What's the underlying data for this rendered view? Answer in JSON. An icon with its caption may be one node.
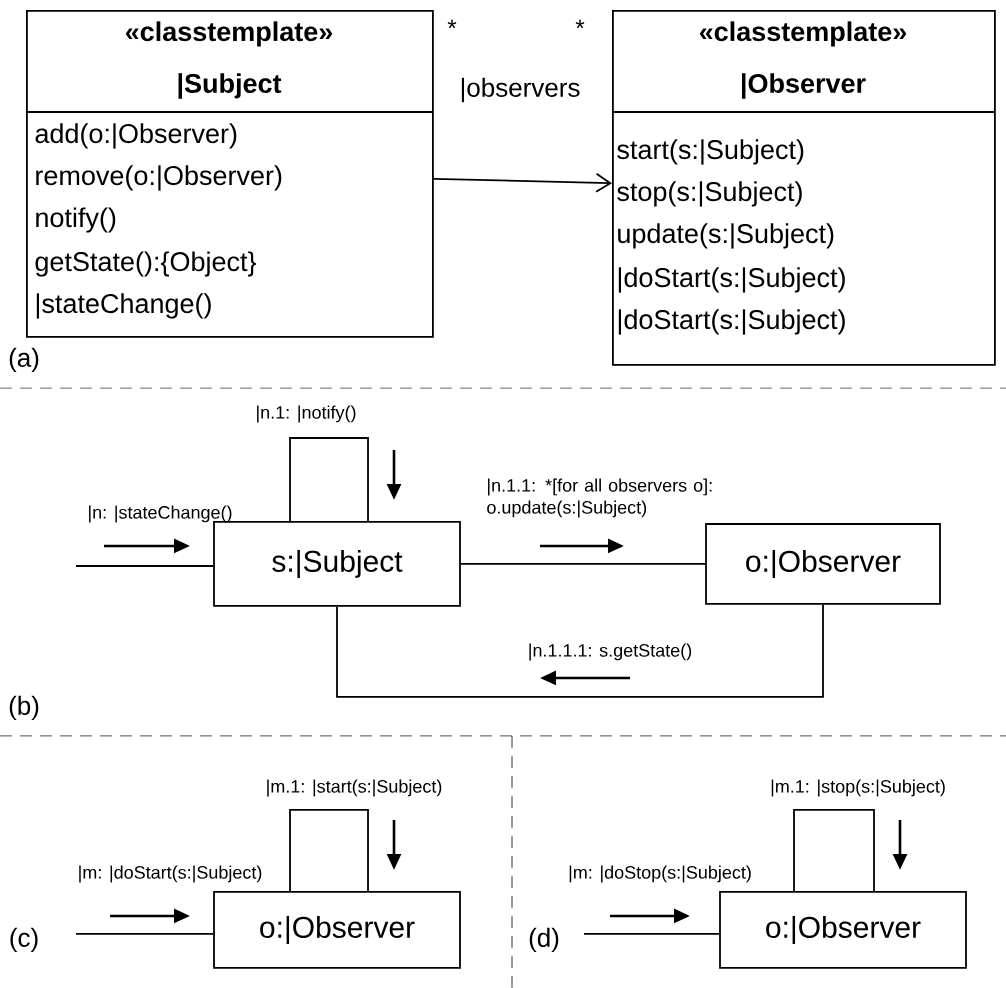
{
  "diagram": {
    "nodes": [
      {
        "text": [
          "«classtemplate»",
          "|Subject",
          "add(o:|Observer)",
          "remove(o:|Observer)",
          "notify()",
          "getState():{Object}",
          "|stateChange()"
        ]
      },
      {
        "text": [
          "«classtemplate»",
          "|Observer",
          "start(s:|Subject)",
          "stop(s:|Subject)",
          "update(s:|Subject)",
          "|doStart(s:|Subject)",
          "|doStart(s:|Subject)"
        ]
      },
      {
        "text": [
          "s:|Subject"
        ]
      },
      {
        "text": [
          "o:|Observer"
        ]
      },
      {
        "text": [
          "o:|Observer"
        ]
      },
      {
        "text": [
          "o:|Observer"
        ]
      }
    ],
    "edges": [
      {
        "from": 0,
        "to": 1,
        "arrow": "to",
        "label": "|observers"
      },
      {
        "from": null,
        "to": 2,
        "arrow": "none",
        "label": "|n: |stateChange()"
      },
      {
        "from": 2,
        "to": 2,
        "arrow": "none",
        "label": "|n.1: |notify()"
      },
      {
        "from": 2,
        "to": 3,
        "arrow": "none",
        "label": "|n.1.1: *[for all observers o]: o.update(s:|Subject)"
      },
      {
        "from": 2,
        "to": 3,
        "arrow": "none",
        "label": "|n.1.1.1: s.getState()"
      },
      {
        "from": null,
        "to": 4,
        "arrow": "none",
        "label": "|m: |doStart(s:|Subject)"
      },
      {
        "from": 4,
        "to": 4,
        "arrow": "none",
        "label": "|m.1: |start(s:|Subject)"
      },
      {
        "from": null,
        "to": 5,
        "arrow": "none",
        "label": "|m: |doStop(s:|Subject)"
      },
      {
        "from": 5,
        "to": 5,
        "arrow": "none",
        "label": "|m.1: |stop(s:|Subject)"
      }
    ],
    "labels": [
      "*",
      "*",
      "(a)",
      "(b)",
      "(c)",
      "(d)"
    ]
  }
}
